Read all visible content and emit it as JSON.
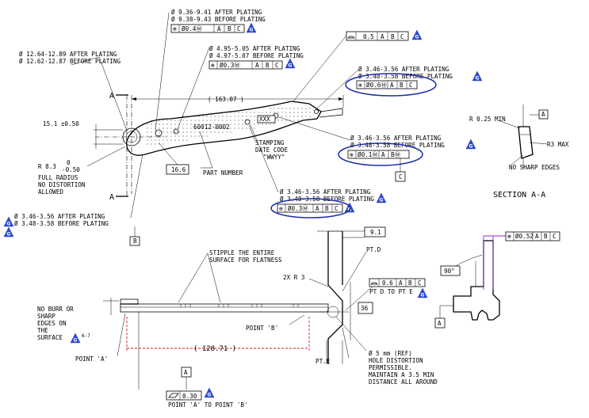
{
  "notes": {
    "top_dia_after": "Ø 9.36-9.41 AFTER PLATING",
    "top_dia_before": "Ø 9.38-9.43 BEFORE PLATING",
    "fcf_top": "⊕|Ø0.4Ⓜ|A|B|C",
    "left_dia_after": "Ø 12.64-12.89 AFTER PLATING",
    "left_dia_before": "Ø 12.62-12.87 BEFORE PLATING",
    "mid_dia_after": "Ø 4.95-5.05 AFTER PLATING",
    "mid_dia_before": "Ø 4.97-5.07 BEFORE PLATING",
    "fcf_mid": "⊕|Ø0.3Ⓜ|A|B|C",
    "fcf_profile_top": "⌓|0.5|A|B|C",
    "rt_dia_after": "Ø 3.46-3.56 AFTER PLATING",
    "rt_dia_before": "Ø 3.48-3.58 BEFORE PLATING",
    "fcf_rt": "⊕|Ø0.6Ⓜ|A|B|C",
    "dim_163": "( 163.07 )",
    "dim_151": "15.1 ±0.50",
    "part_no": "60012-0002",
    "box_xxx": "XXX",
    "stamp1": "STAMPING",
    "stamp2": "DATE CODE",
    "stamp3": "\"WWYY\"",
    "r83_a": "R 8.3",
    "r83_b": "0",
    "r83_c": "-0.50",
    "full_r1": "FULL RADIUS",
    "full_r2": "NO DISTORTION",
    "full_r3": "ALLOWED",
    "dim_166": "16.6",
    "part_number": "PART NUMBER",
    "c_dia_after": "Ø 3.46-3.56 AFTER PLATING",
    "c_dia_before": "Ø 3.48-3.58 BEFORE PLATING",
    "fcf_c": "⊕|Ø0.1Ⓜ|A|BⓂ",
    "datum_c": "C",
    "bm_dia_after": "Ø 3.46-3.56 AFTER PLATING",
    "bm_dia_before": "Ø 3.48-3.58 BEFORE PLATING",
    "fcf_bm": "⊕|Ø0.3Ⓜ|A|B|C",
    "left_b_after": "Ø 3.46-3.56 AFTER PLATING",
    "left_b_before": "Ø 3.48-3.58 BEFORE PLATING",
    "datum_b": "B",
    "sec_a1": "A",
    "sec_a2": "A",
    "r025": "R 0.25 MIN",
    "r3max": "R3 MAX",
    "no_sharp": "NO SHARP EDGES",
    "datum_a_sec": "A",
    "section_title": "SECTION A-A",
    "stipple1": "STIPPLE THE ENTIRE",
    "stipple2": "SURFACE FOR FLATNESS",
    "r3_2x": "2X R 3",
    "dim_91": "9.1",
    "ptd": "PT.D",
    "fcf_profile_de": "⌓|0.6|A|B|C",
    "ptd_to_pte": "PT D TO PT E",
    "dim_36": "36",
    "burr1": "NO BURR OR",
    "burr2": "SHARP",
    "burr3": "EDGES ON",
    "burr4": "THE",
    "burr5": "SURFACE",
    "burr_grade": "6-7",
    "point_b": "POINT 'B'",
    "point_a": "POINT 'A'",
    "dim_12871": "( 128.71 )",
    "pte": "PT.E",
    "hole1": "Ø 5 mm (REF)",
    "hole2": "HOLE DISTORTION",
    "hole3": "PERMISSIBLE.",
    "hole4": "MAINTAIN A 3.5 MIN",
    "hole5": "DISTANCE ALL AROUND",
    "datum_a_bot": "A",
    "fcf_flat": "▱|0.30",
    "pt_a_to_b": "POINT 'A' TO POINT 'B'",
    "dim_90": "90°",
    "fcf_pos052": "⊕|Ø0.52|A|B|C",
    "datum_a_right": "A",
    "g_marker": "G",
    "highlight_color": "#1c2ea8",
    "marker_color": "#2a4bd8",
    "dim_red": "#d0191f",
    "dim_purple": "#8a2be2"
  }
}
